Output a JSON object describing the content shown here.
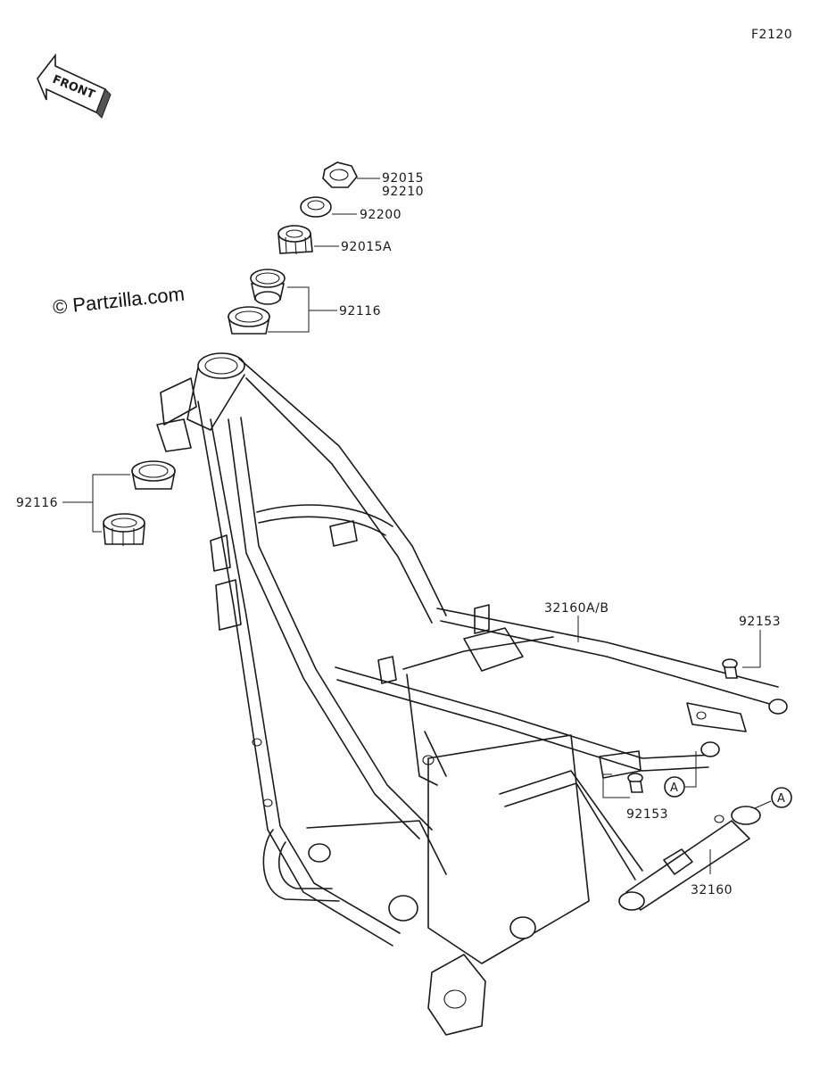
{
  "figure_code": "F2120",
  "front_arrow_label": "FRONT",
  "watermark": "© Partzilla.com",
  "callouts": {
    "nut_a": "92015",
    "nut_b": "92210",
    "washer": "92200",
    "locknut": "92015A",
    "upper_race": "92116",
    "lower_race": "92116",
    "rear_frame": "32160A/B",
    "bolt_upper": "92153",
    "bolt_lower": "92153",
    "ref_a_frame": "A",
    "ref_a_part": "A",
    "sub_frame": "32160"
  }
}
